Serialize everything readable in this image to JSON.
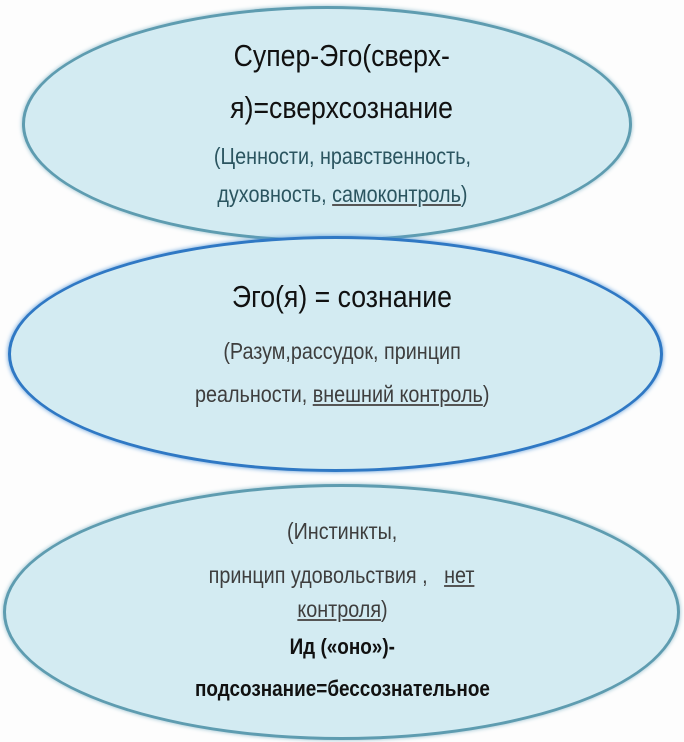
{
  "superego": {
    "title_line1": "Супер-Эго(сверх-",
    "title_line2": "я)=сверхсознание",
    "desc_line1": "(Ценности, нравственность,",
    "desc_line2_plain": "духовность, ",
    "desc_line2_underlined": "самоконтроль",
    "desc_line2_end": ")"
  },
  "ego": {
    "title": "Эго(я) = сознание",
    "desc_line1": "(Разум,рассудок, принцип",
    "desc_line2_plain": "реальности, ",
    "desc_line2_underlined": "внешний контроль",
    "desc_line2_end": ")"
  },
  "id": {
    "desc_line1": "(Инстинкты,",
    "desc_line2_plain": "принцип удовольствия ,   ",
    "desc_line2_underlined": "нет",
    "desc_line3_underlined": "контроля",
    "desc_line3_end": ")",
    "title_line1": "Ид («оно»)-",
    "title_line2": "подсознание=бессознательное"
  }
}
